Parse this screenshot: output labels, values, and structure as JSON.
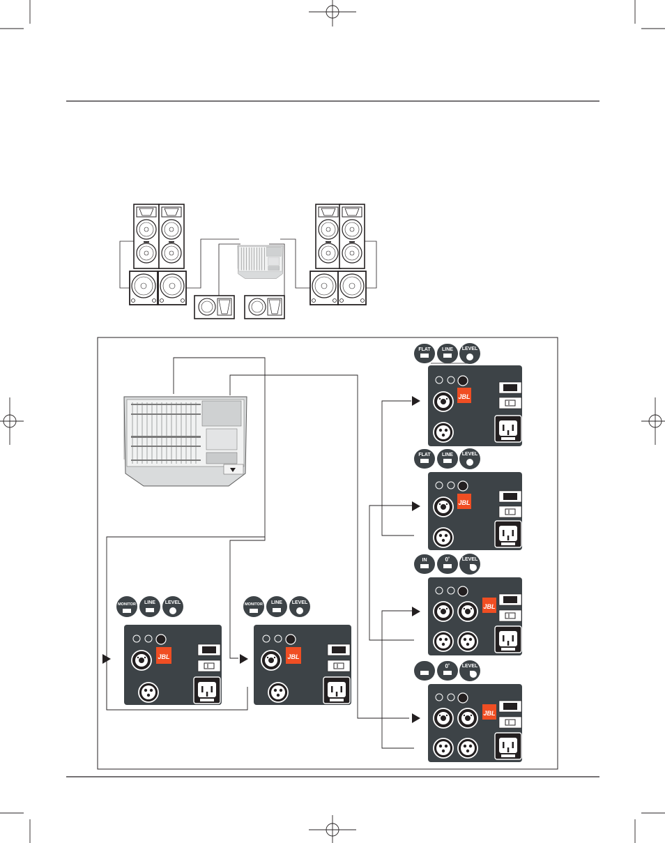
{
  "colors": {
    "panel": "#3d4347",
    "brand": "#f04e23",
    "ink": "#231f20",
    "mixer": "#d9dbdc"
  },
  "brand_logo": "JBL",
  "icons": [
    "registration-mark-icon",
    "speaker-icon",
    "mixer-icon",
    "xlr-connector-icon",
    "power-inlet-icon",
    "level-knob-icon",
    "arrow-right-icon"
  ],
  "button_badges": {
    "flat": "FLAT",
    "line": "LINE",
    "level": "LEVEL",
    "in": "IN",
    "zero_deg": "0˚",
    "monitor": "MONITOR"
  }
}
